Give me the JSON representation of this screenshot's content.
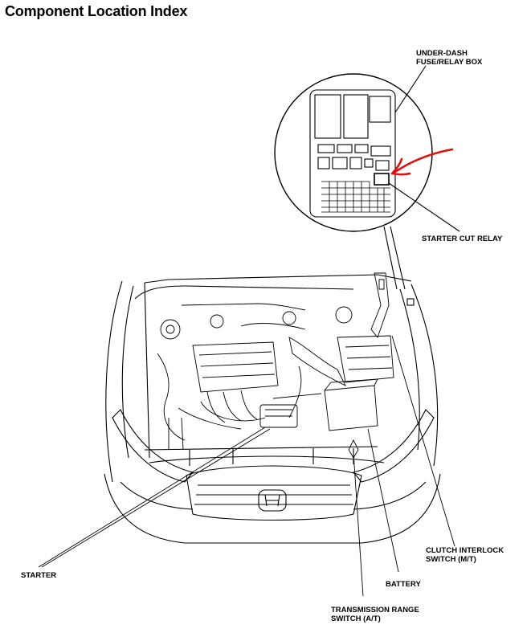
{
  "title": "Component Location Index",
  "labels": {
    "under_dash_box_line1": "UNDER-DASH",
    "under_dash_box_line2": "FUSE/RELAY BOX",
    "starter_cut_relay": "STARTER CUT RELAY",
    "starter": "STARTER",
    "clutch_switch_line1": "CLUTCH  INTERLOCK",
    "clutch_switch_line2": "SWITCH (M/T)",
    "battery": "BATTERY",
    "trans_switch_line1": "TRANSMISSION RANGE",
    "trans_switch_line2": "SWITCH (A/T)"
  },
  "colors": {
    "annotation": "#e01010",
    "line": "#000000"
  }
}
